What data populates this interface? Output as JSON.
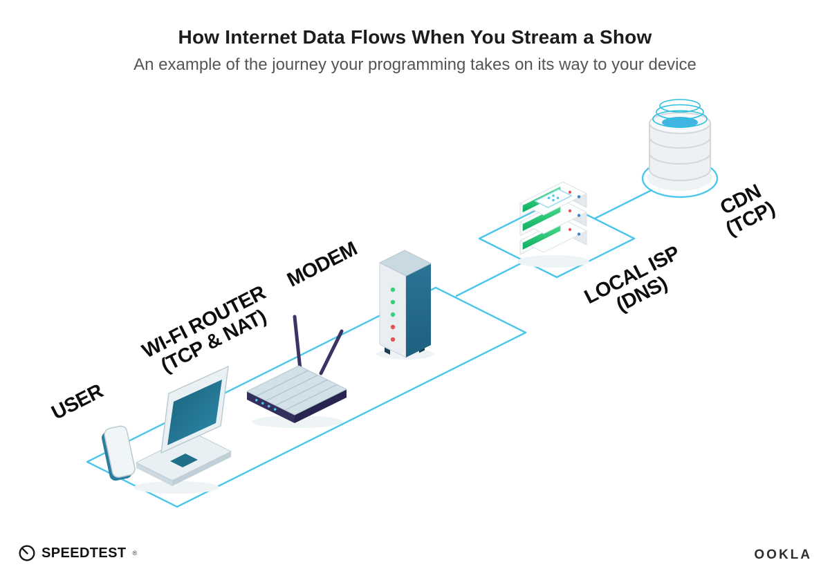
{
  "header": {
    "title": "How Internet Data Flows When You Stream a Show",
    "subtitle": "An example of the journey your programming takes on its way to your device"
  },
  "diagram": {
    "nodes": [
      {
        "id": "user",
        "label": "USER",
        "sublabel": "",
        "icon": "phone-laptop-icon"
      },
      {
        "id": "wifi-router",
        "label": "WI-FI ROUTER",
        "sublabel": "(TCP & NAT)",
        "icon": "wifi-router-icon"
      },
      {
        "id": "modem",
        "label": "MODEM",
        "sublabel": "",
        "icon": "modem-icon"
      },
      {
        "id": "local-isp",
        "label": "LOCAL ISP",
        "sublabel": "(DNS)",
        "icon": "server-stack-icon"
      },
      {
        "id": "cdn",
        "label": "CDN",
        "sublabel": "(TCP)",
        "icon": "database-icon"
      }
    ],
    "colors": {
      "connector": "#4ac6ea",
      "device_teal": "#2a7d9c",
      "screen_teal": "#1b5f7c",
      "navy": "#332e5c",
      "led_green": "#35d07f",
      "led_red": "#e25555"
    }
  },
  "footer": {
    "left_brand": "SPEEDTEST",
    "left_mark": "®",
    "right_brand": "OOKLA"
  }
}
